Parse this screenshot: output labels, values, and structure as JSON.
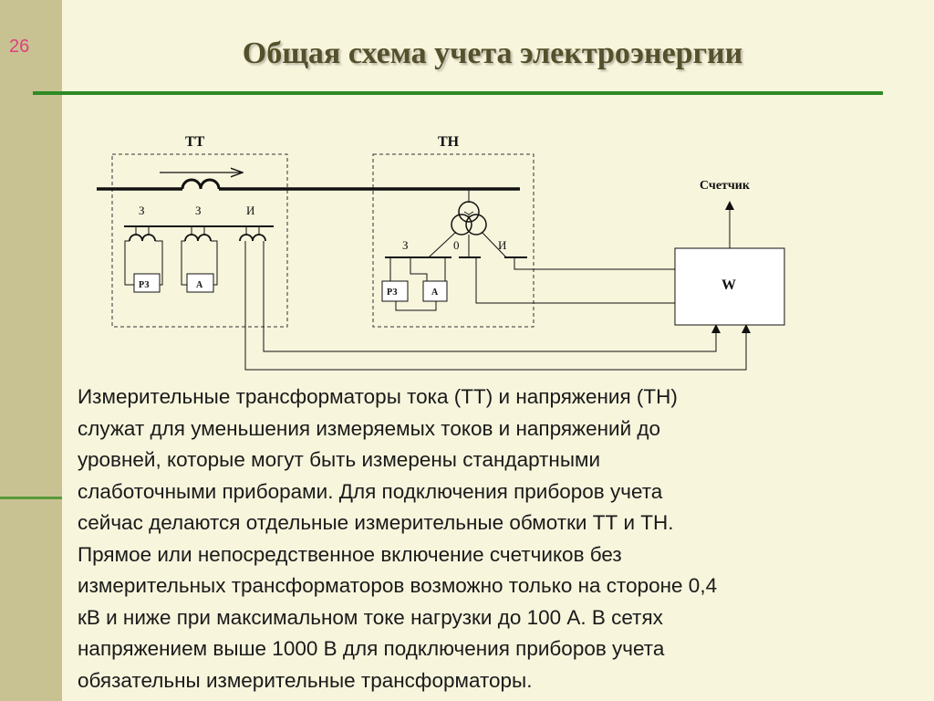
{
  "slide": {
    "number": "26",
    "title": "Общая схема учета электроэнергии"
  },
  "diagram": {
    "tt_label": "ТТ",
    "tn_label": "ТН",
    "meter_label": "Счетчик",
    "wattmeter_label": "W",
    "tt_terminal_1": "З",
    "tt_terminal_2": "З",
    "tt_terminal_3": "И",
    "tn_terminal_1": "З",
    "tn_terminal_2": "0",
    "tn_terminal_3": "И",
    "relay_label_tt": "РЗ",
    "ammeter_label_tt": "А",
    "relay_label_tn": "РЗ",
    "ammeter_label_tn": "А"
  },
  "body": {
    "paragraph": "Измерительные трансформаторы тока (ТТ) и напряжения (ТН)\nслужат для уменьшения измеряемых токов и напряжений до\nуровней, которые могут быть измерены стандартными\nслаботочными приборами. Для подключения приборов учета\nсейчас делаются отдельные измерительные обмотки ТТ и ТН.\nПрямое или непосредственное включение счетчиков без\nизмерительных трансформаторов возможно только на стороне 0,4\nкВ и ниже при максимальном токе нагрузки до 100 А. В сетях\nнапряжением выше 1000 В для подключения приборов учета\nобязательны измерительные трансформаторы."
  }
}
